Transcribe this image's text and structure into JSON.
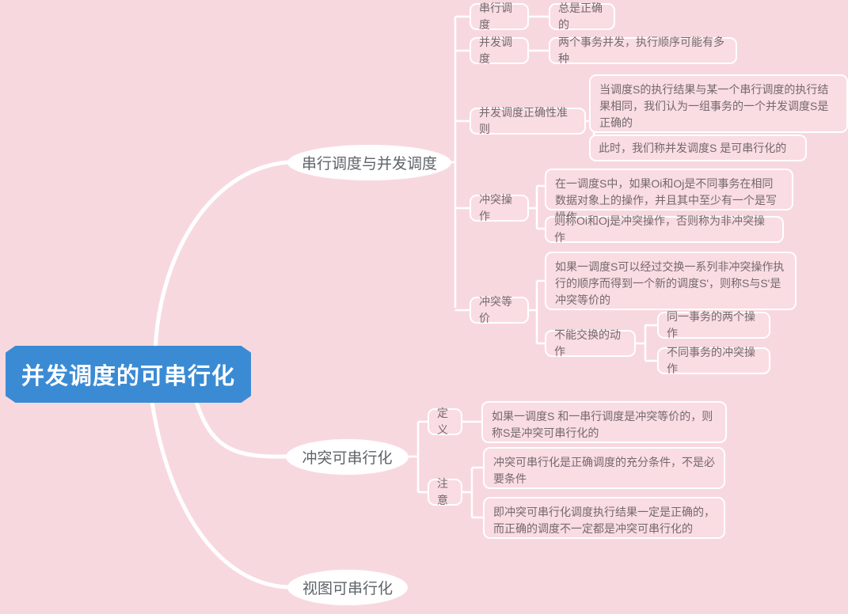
{
  "meta": {
    "title": "并发调度的可串行化",
    "background_color": "#f8d8df",
    "root_color": "#3b8bd4",
    "node_color": "#fadce3",
    "border_color": "#ffffff",
    "text_color": "#73696d",
    "link_color": "#ffffff"
  },
  "root": {
    "label": "并发调度的可串行化"
  },
  "branches": [
    {
      "label": "串行调度与并发调度",
      "children": [
        {
          "label": "串行调度",
          "children": [
            {
              "label": "总是正确的"
            }
          ]
        },
        {
          "label": "并发调度",
          "children": [
            {
              "label": "两个事务并发，执行顺序可能有多种"
            }
          ]
        },
        {
          "label": "并发调度正确性准则",
          "children": [
            {
              "label": "当调度S的执行结果与某一个串行调度的执行结果相同，我们认为一组事务的一个并发调度S是正确的"
            },
            {
              "label": "此时，我们称并发调度S 是可串行化的"
            }
          ]
        },
        {
          "label": "冲突操作",
          "children": [
            {
              "label": "在一调度S中，如果Oi和Oj是不同事务在相同数据对象上的操作，并且其中至少有一个是写操作"
            },
            {
              "label": "则称Oi和Oj是冲突操作，否则称为非冲突操作"
            }
          ]
        },
        {
          "label": "冲突等价",
          "children": [
            {
              "label": "如果一调度S可以经过交换一系列非冲突操作执行的顺序而得到一个新的调度S'，则称S与S'是冲突等价的"
            },
            {
              "label": "不能交换的动作",
              "children": [
                {
                  "label": "同一事务的两个操作"
                },
                {
                  "label": "不同事务的冲突操作"
                }
              ]
            }
          ]
        }
      ]
    },
    {
      "label": "冲突可串行化",
      "children": [
        {
          "label": "定义",
          "children": [
            {
              "label": "如果一调度S 和一串行调度是冲突等价的，则称S是冲突可串行化的"
            }
          ]
        },
        {
          "label": "注意",
          "children": [
            {
              "label": "冲突可串行化是正确调度的充分条件，不是必要条件"
            },
            {
              "label": "即冲突可串行化调度执行结果一定是正确的，而正确的调度不一定都是冲突可串行化的"
            }
          ]
        }
      ]
    },
    {
      "label": "视图可串行化",
      "children": []
    }
  ]
}
